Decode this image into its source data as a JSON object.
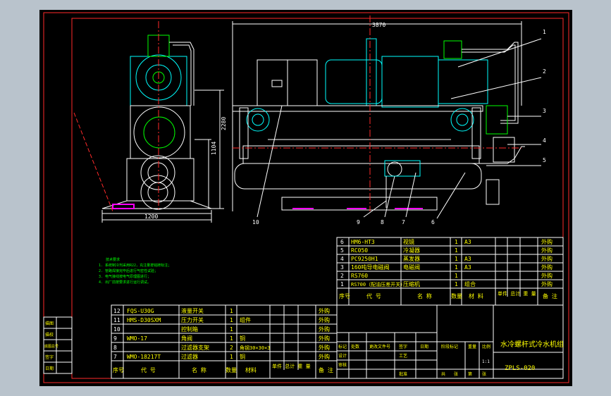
{
  "drawing": {
    "dimensions": {
      "width_top": "3870",
      "height_right": "2280",
      "height_inner": "1104",
      "width_bottom": "1200"
    },
    "balloons": [
      "1",
      "2",
      "3",
      "4",
      "5",
      "6",
      "7",
      "8",
      "9",
      "10"
    ],
    "notes_title": "技术要求",
    "notes": [
      "1. 系统制冷剂采用R22，充注量按铭牌标注；",
      "2. 管路焊接完毕后进行气密性试验；",
      "3. 电气接线按电气原理图进行；",
      "4. 出厂前按要求进行运行调试。"
    ],
    "parts_right": [
      {
        "no": "6",
        "code": "HM6-HT3",
        "name": "视镜",
        "qty": "1",
        "mat": "A3",
        "remark": "外购"
      },
      {
        "no": "5",
        "code": "RC050",
        "name": "冷凝器",
        "qty": "1",
        "mat": "",
        "remark": "外购"
      },
      {
        "no": "4",
        "code": "PC9250H1",
        "name": "蒸发器",
        "qty": "1",
        "mat": "A3",
        "remark": "外购"
      },
      {
        "no": "3",
        "code": "160吨导电磁阀",
        "name": "电磁阀",
        "qty": "1",
        "mat": "A3",
        "remark": "外购"
      },
      {
        "no": "2",
        "code": "RS760",
        "name": "",
        "qty": "1",
        "mat": "",
        "remark": "外购"
      },
      {
        "no": "1",
        "code": "RS700（配油压差开关）",
        "name": "压缩机",
        "qty": "1",
        "mat": "组合",
        "remark": "外购"
      }
    ],
    "parts_right_header": {
      "no": "序号",
      "code": "代 号",
      "name": "名 称",
      "qty": "数量",
      "mat": "材 料",
      "weight": "单件 总计 重 量",
      "remark": "备 注"
    },
    "parts_left": [
      {
        "no": "12",
        "code": "FQS-U30G",
        "name": "液量开关",
        "qty": "1",
        "mat": "",
        "remark": "外购"
      },
      {
        "no": "11",
        "code": "HMS-D30SXM",
        "name": "压力开关",
        "qty": "1",
        "mat": "组件",
        "remark": "外购"
      },
      {
        "no": "10",
        "code": "",
        "name": "控制箱",
        "qty": "1",
        "mat": "",
        "remark": "外购"
      },
      {
        "no": "9",
        "code": "WMO-17",
        "name": "角阀",
        "qty": "1",
        "mat": "铜",
        "remark": "外购"
      },
      {
        "no": "8",
        "code": "",
        "name": "过滤器支架",
        "qty": "2",
        "mat": "角钢30×30×3",
        "remark": "外购"
      },
      {
        "no": "7",
        "code": "WMO-18217T",
        "name": "过滤器",
        "qty": "1",
        "mat": "铜",
        "remark": "外购"
      }
    ],
    "parts_left_header": {
      "no": "序号",
      "code": "代 号",
      "name": "名 称",
      "qty": "数量",
      "mat": "材料",
      "weight": "单件 总计 重 量",
      "remark": "备 注"
    },
    "side_stamp": [
      "描图",
      "描校",
      "底图总号",
      "签字",
      "日期"
    ],
    "title_block": {
      "title": "水冷螺杆式冷水机组",
      "drawing_no": "ZPLS-020",
      "rows": [
        "标记",
        "处数",
        "更改文件号",
        "签字",
        "日期"
      ],
      "roles": [
        "设计",
        "审核",
        "工艺",
        "批准"
      ],
      "stage": [
        "阶段标记",
        "重量",
        "比例"
      ],
      "scale": "1:1",
      "sheet": [
        "共",
        "张",
        "第",
        "张"
      ]
    }
  }
}
